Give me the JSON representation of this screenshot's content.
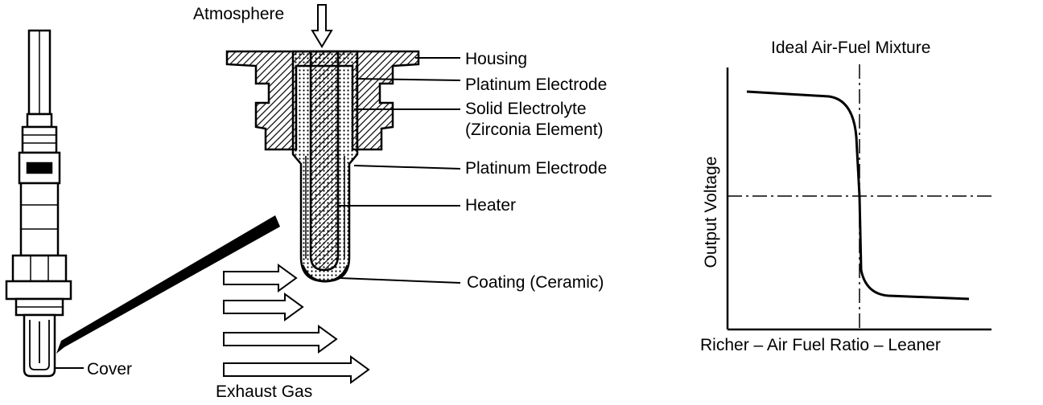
{
  "sensor_section": {
    "atmosphere_label": "Atmosphere",
    "exhaust_label": "Exhaust Gas",
    "cover_label": "Cover",
    "part_labels": {
      "housing": "Housing",
      "platinum_electrode_1": "Platinum Electrode",
      "solid_electrolyte_line1": "Solid Electrolyte",
      "solid_electrolyte_line2": "(Zirconia Element)",
      "platinum_electrode_2": "Platinum Electrode",
      "heater": "Heater",
      "coating": "Coating (Ceramic)"
    }
  },
  "graph": {
    "title": "Ideal Air-Fuel Mixture",
    "ylabel": "Output Voltage",
    "xlabel": "Richer  –  Air Fuel Ratio  –  Leaner"
  },
  "colors": {
    "ink": "#000000",
    "paper": "#ffffff"
  }
}
